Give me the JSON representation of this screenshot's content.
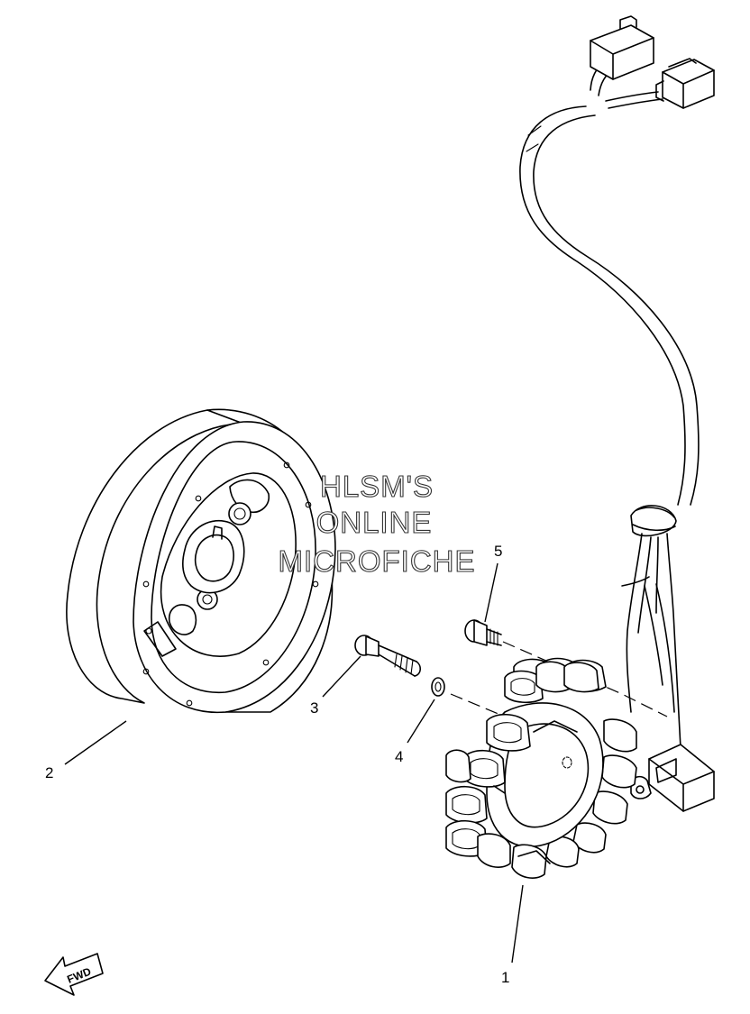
{
  "callouts": [
    {
      "id": "1",
      "label": "1"
    },
    {
      "id": "2",
      "label": "2"
    },
    {
      "id": "3",
      "label": "3"
    },
    {
      "id": "4",
      "label": "4"
    },
    {
      "id": "5",
      "label": "5"
    }
  ],
  "watermark": {
    "line1": "HLSM'S",
    "line2": "ONLINE",
    "line3": "MICROFICHE"
  },
  "fwd_arrow": {
    "label": "FWD"
  },
  "icons": [
    "fwd-arrow-icon"
  ],
  "colors": {
    "line": "#000000",
    "background": "#ffffff"
  }
}
